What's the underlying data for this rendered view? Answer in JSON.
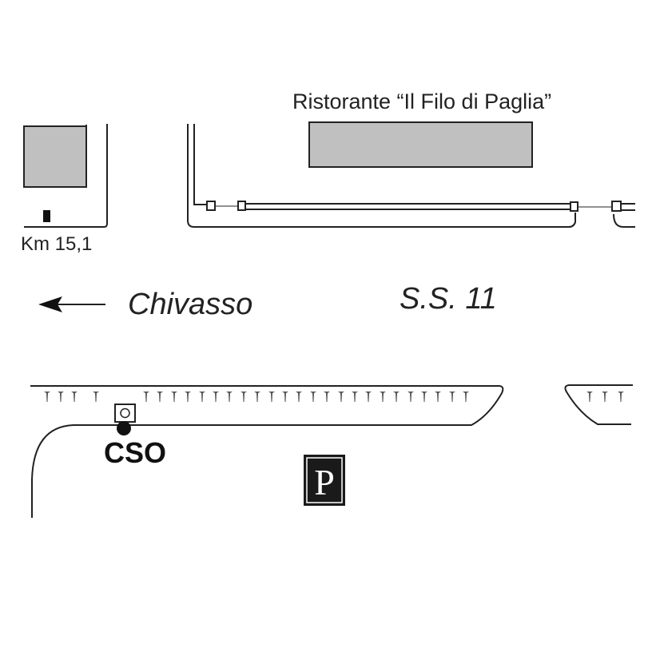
{
  "map": {
    "restaurant_label": "Ristorante “Il Filo di Paglia”",
    "km_marker": "Km 15,1",
    "direction_label": "Chivasso",
    "road_label": "S.S. 11",
    "station_label": "CSO",
    "parking_symbol": "P",
    "icons": [
      "arrow-left-icon",
      "parking-icon",
      "station-marker-icon",
      "kilometer-marker-icon"
    ],
    "colors": {
      "building_fill": "#c0c0c0",
      "line": "#222222",
      "parking_bg": "#1a1a1a",
      "parking_fg": "#ffffff"
    }
  }
}
